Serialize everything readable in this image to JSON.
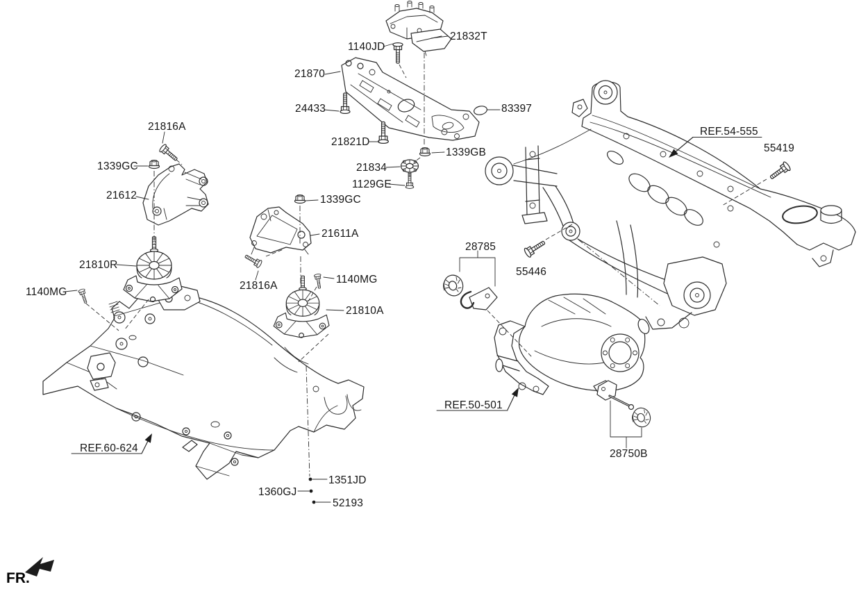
{
  "diagram": {
    "background": "#ffffff",
    "line_color": "#2b2b2b",
    "text_color": "#141414"
  },
  "orientation": {
    "fr_label": "FR."
  },
  "callouts": {
    "c21832t": "21832T",
    "c1140jd": "1140JD",
    "c21870": "21870",
    "c24433": "24433",
    "c83397": "83397",
    "c21821d": "21821D",
    "c1339gb": "1339GB",
    "c21834": "21834",
    "c1129ge": "1129GE",
    "c21816a_left": "21816A",
    "c1339gc_left": "1339GC",
    "c21612": "21612",
    "c21810r": "21810R",
    "c1140mg_left": "1140MG",
    "c1339gc_right": "1339GC",
    "c21611a": "21611A",
    "c21816a_right": "21816A",
    "c1140mg_right": "1140MG",
    "c21810a": "21810A",
    "c55419": "55419",
    "c28785": "28785",
    "c55446": "55446",
    "c28750b": "28750B",
    "c1351jd": "1351JD",
    "c1360gj": "1360GJ",
    "c52193": "52193"
  },
  "references": {
    "rear_crossmember": "REF.54-555",
    "differential_carrier": "REF.50-501",
    "front_crossmember": "REF.60-624"
  }
}
